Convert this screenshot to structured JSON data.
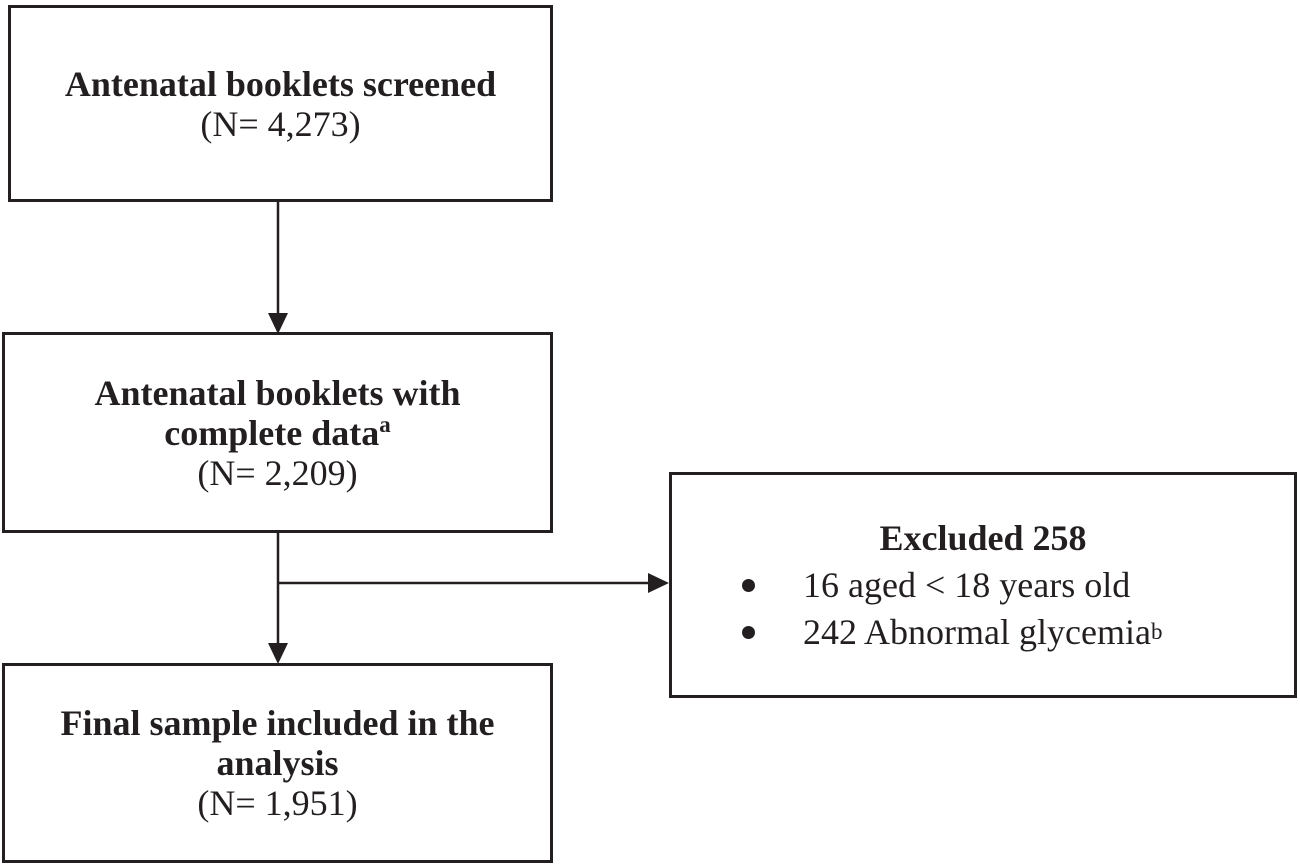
{
  "flow": {
    "screened": {
      "title": "Antenatal booklets screened",
      "n": "(N= 4,273)"
    },
    "complete": {
      "title_line1": "Antenatal booklets with",
      "title_line2": "complete data",
      "title_sup": "a",
      "n": "(N= 2,209)"
    },
    "excluded": {
      "title": "Excluded 258",
      "items": [
        {
          "text": "16 aged < 18 years old",
          "sup": ""
        },
        {
          "text": "242 Abnormal glycemia",
          "sup": "b"
        }
      ]
    },
    "final": {
      "title_line1": "Final sample included in the",
      "title_line2": "analysis",
      "n": "(N= 1,951)"
    }
  },
  "colors": {
    "ink": "#231f20",
    "background": "#ffffff"
  }
}
